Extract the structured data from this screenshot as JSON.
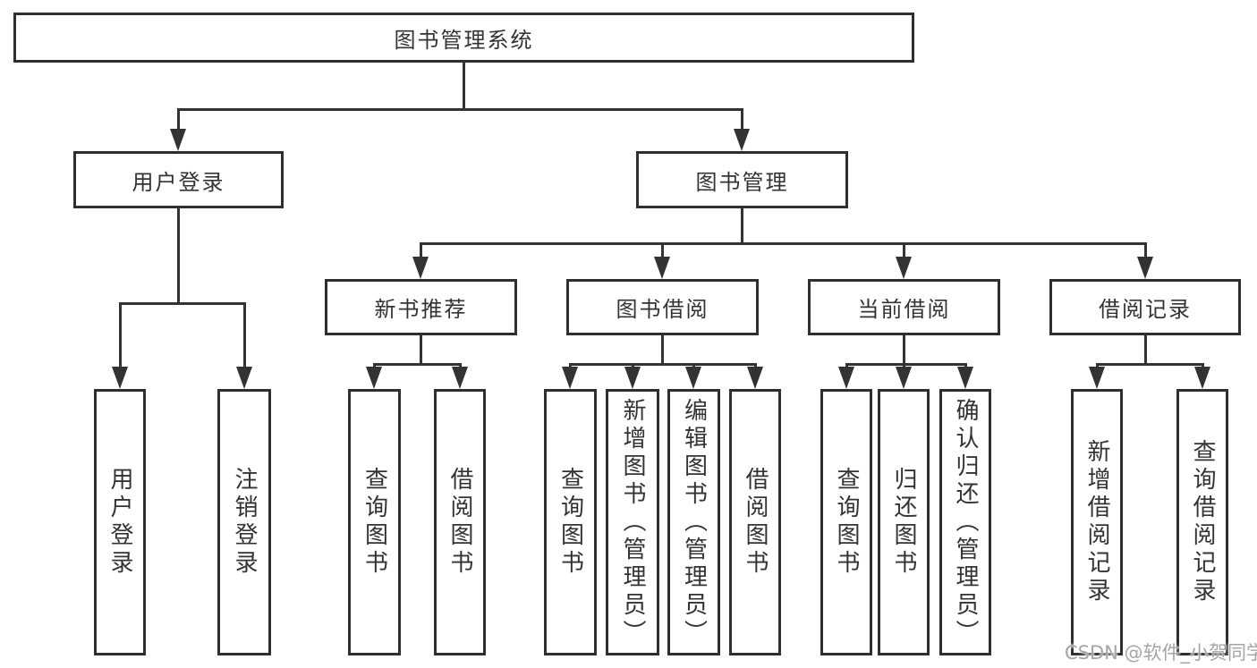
{
  "diagram": {
    "root_label": "图书管理系统",
    "level2": {
      "user_login": "用户登录",
      "book_management": "图书管理"
    },
    "level3": {
      "new_book_recommendation": "新书推荐",
      "book_borrowing": "图书借阅",
      "current_borrowing": "当前借阅",
      "borrowing_records": "借阅记录"
    },
    "leaves": {
      "user_login": [
        "用户登录",
        "注销登录"
      ],
      "new_book_recommendation": [
        "查询图书",
        "借阅图书"
      ],
      "book_borrowing": [
        "查询图书",
        "新增图书（管理员）",
        "编辑图书（管理员）",
        "借阅图书"
      ],
      "current_borrowing": [
        "查询图书",
        "归还图书",
        "确认归还（管理员）"
      ],
      "borrowing_records": [
        "新增借阅记录",
        "查询借阅记录"
      ]
    }
  },
  "watermark": "CSDN @软件_小贺同学",
  "colors": {
    "line": "#333333",
    "border": "#2f2f2f",
    "text": "#333333",
    "background": "#ffffff",
    "watermark_text": "#a5a5a5"
  }
}
